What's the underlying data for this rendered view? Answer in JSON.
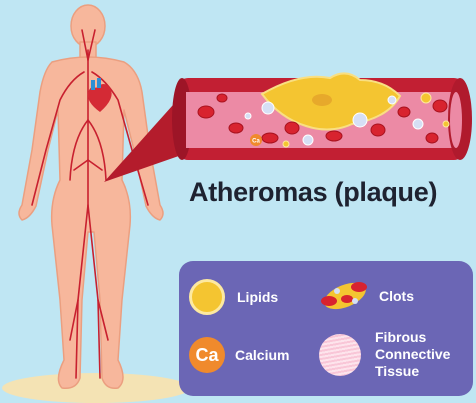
{
  "title": "Atheromas (plaque)",
  "legend": {
    "items": [
      {
        "label": "Lipids",
        "icon": "lipid-circle-icon"
      },
      {
        "label": "Clots",
        "icon": "clot-icon"
      },
      {
        "label": "Calcium",
        "icon": "calcium-icon",
        "icon_text": "Ca"
      },
      {
        "label": "Fibrous\nConnective\nTissue",
        "icon": "fibrous-tissue-icon"
      }
    ]
  },
  "artery": {
    "calcium_marker": "Ca"
  },
  "colors": {
    "background": "#bfe6f3",
    "body": "#f7b79c",
    "vessel": "#c8202f",
    "heart": "#d42a35",
    "artery_wall": "#c21f33",
    "artery_lumen": "#ec8aa5",
    "plaque": "#f4c531",
    "legend_panel": "#6b66b5",
    "calcium": "#f08a2c"
  }
}
